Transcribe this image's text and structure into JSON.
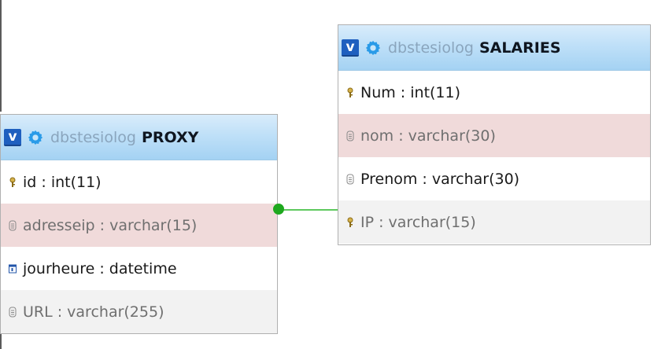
{
  "tables": {
    "proxy": {
      "toggle": "v",
      "db": "dbstesiolog",
      "name": "PROXY",
      "columns": [
        {
          "text": "id : int(11)",
          "icon": "key-icon"
        },
        {
          "text": "adresseip : varchar(15)",
          "icon": "column-icon"
        },
        {
          "text": "jourheure : datetime",
          "icon": "index-icon"
        },
        {
          "text": "URL : varchar(255)",
          "icon": "column-icon"
        }
      ]
    },
    "salaries": {
      "toggle": "v",
      "db": "dbstesiolog",
      "name": "SALARIES",
      "columns": [
        {
          "text": "Num : int(11)",
          "icon": "key-icon"
        },
        {
          "text": "nom : varchar(30)",
          "icon": "column-icon"
        },
        {
          "text": "Prenom : varchar(30)",
          "icon": "column-icon"
        },
        {
          "text": "IP : varchar(15)",
          "icon": "key-icon"
        }
      ]
    }
  },
  "colors": {
    "header_blue": "#a4d2f3",
    "toggle_blue": "#1f5fbf",
    "relation_green": "#1ea81e",
    "row_pink": "#f0dada",
    "row_grey": "#f2f2f2"
  }
}
